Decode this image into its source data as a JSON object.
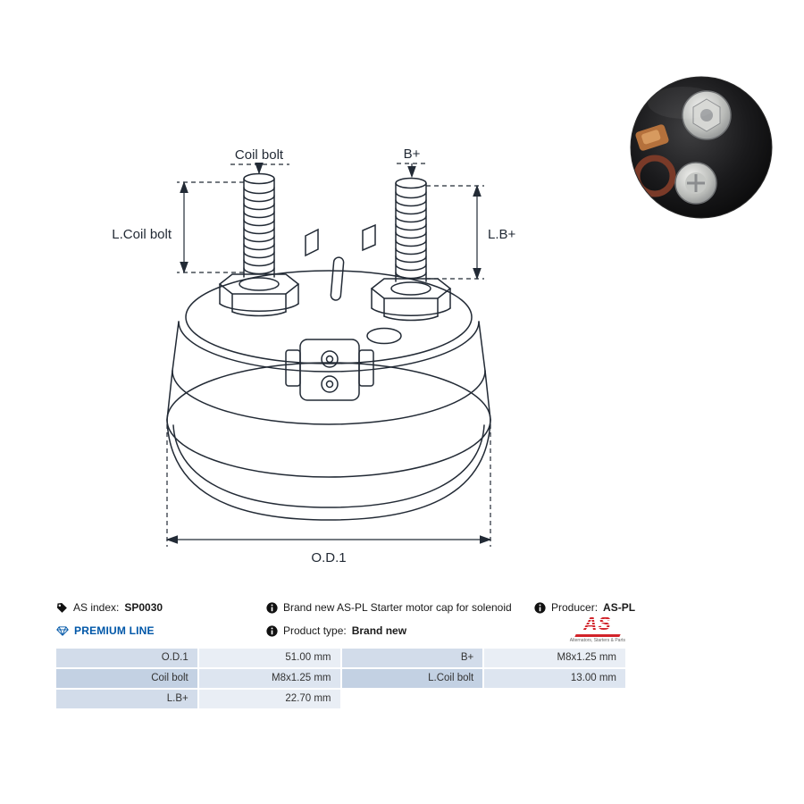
{
  "diagram": {
    "coil_bolt_label": "Coil bolt",
    "b_plus_label": "B+",
    "l_coil_bolt_label": "L.Coil bolt",
    "l_b_plus_label": "L.B+",
    "od1_label": "O.D.1"
  },
  "info": {
    "as_index_label": "AS index:",
    "as_index_value": "SP0030",
    "description": "Brand new AS-PL Starter motor cap for solenoid",
    "producer_label": "Producer:",
    "producer_value": "AS-PL",
    "premium_line_label": "PREMIUM LINE",
    "product_type_label": "Product type:",
    "product_type_value": "Brand new",
    "brand": {
      "logo_text": "AS",
      "logo_subtitle": "Alternators, Starters & Parts"
    }
  },
  "spec_table": {
    "rows": [
      {
        "label_left": "O.D.1",
        "value_left": "51.00 mm",
        "label_right": "B+",
        "value_right": "M8x1.25 mm"
      },
      {
        "label_left": "Coil bolt",
        "value_left": "M8x1.25 mm",
        "label_right": "L.Coil bolt",
        "value_right": "13.00 mm"
      },
      {
        "label_left": "L.B+",
        "value_left": "22.70 mm",
        "label_right": "",
        "value_right": ""
      }
    ]
  }
}
